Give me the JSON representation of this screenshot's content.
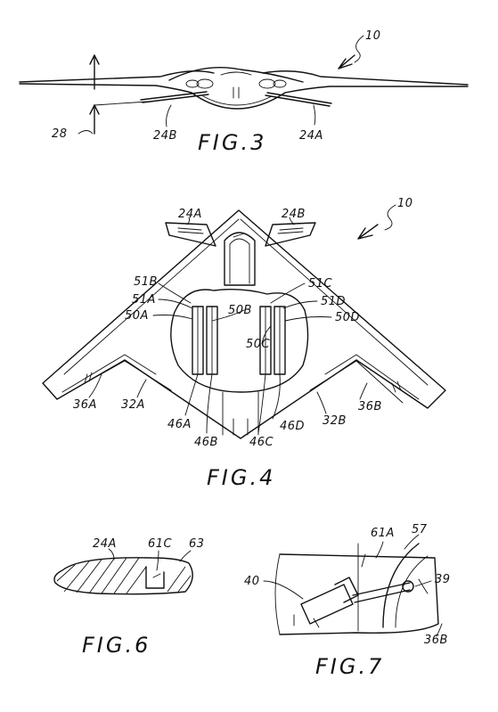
{
  "figures": {
    "fig3": {
      "label": "FIG.3",
      "refs": {
        "r10": "10",
        "r28": "28",
        "r24b": "24B",
        "r24a": "24A"
      }
    },
    "fig4": {
      "label": "FIG.4",
      "refs": {
        "r24a": "24A",
        "r24b": "24B",
        "r10": "10",
        "r51b": "51B",
        "r51a": "51A",
        "r50a": "50A",
        "r50b": "50B",
        "r51c": "51C",
        "r51d": "51D",
        "r50d": "50D",
        "r50c": "50C",
        "r36a": "36A",
        "r32a": "32A",
        "r46a": "46A",
        "r46b": "46B",
        "r46c": "46C",
        "r46d": "46D",
        "r32b": "32B",
        "r36b": "36B"
      }
    },
    "fig6": {
      "label": "FIG.6",
      "refs": {
        "r24a": "24A",
        "r61c": "61C",
        "r63": "63"
      }
    },
    "fig7": {
      "label": "FIG.7",
      "refs": {
        "r61a": "61A",
        "r57": "57",
        "r40": "40",
        "r39": "39",
        "r36b": "36B"
      }
    }
  }
}
